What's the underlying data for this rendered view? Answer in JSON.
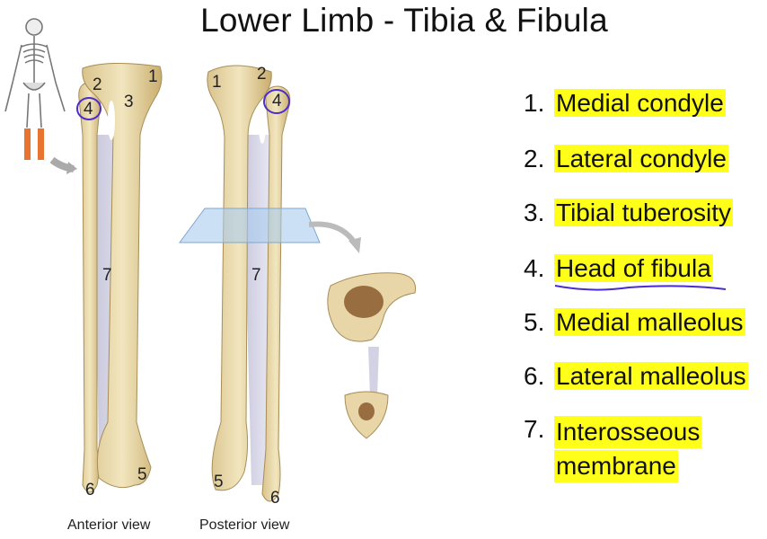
{
  "title": "Lower Limb - Tibia & Fibula",
  "figure": {
    "anterior_caption": "Anterior view",
    "posterior_caption": "Posterior view",
    "anterior_labels": {
      "l1": "1",
      "l2": "2",
      "l3": "3",
      "l4": "4",
      "l5": "5",
      "l6": "6",
      "l7": "7"
    },
    "posterior_labels": {
      "l1": "1",
      "l2": "2",
      "l4": "4",
      "l5": "5",
      "l6": "6",
      "l7": "7"
    },
    "highlight_color": "#ffff1a",
    "annotation_color": "#4a2ccf"
  },
  "legend": [
    {
      "num": "1.",
      "text": "Medial condyle"
    },
    {
      "num": "2.",
      "text": "Lateral condyle"
    },
    {
      "num": "3.",
      "text": "Tibial tuberosity"
    },
    {
      "num": "4.",
      "text": "Head of fibula"
    },
    {
      "num": "5.",
      "text": "Medial malleolus"
    },
    {
      "num": "6.",
      "text": "Lateral malleolus"
    },
    {
      "num": "7.",
      "text": "Interosseous",
      "text2": "membrane"
    }
  ]
}
